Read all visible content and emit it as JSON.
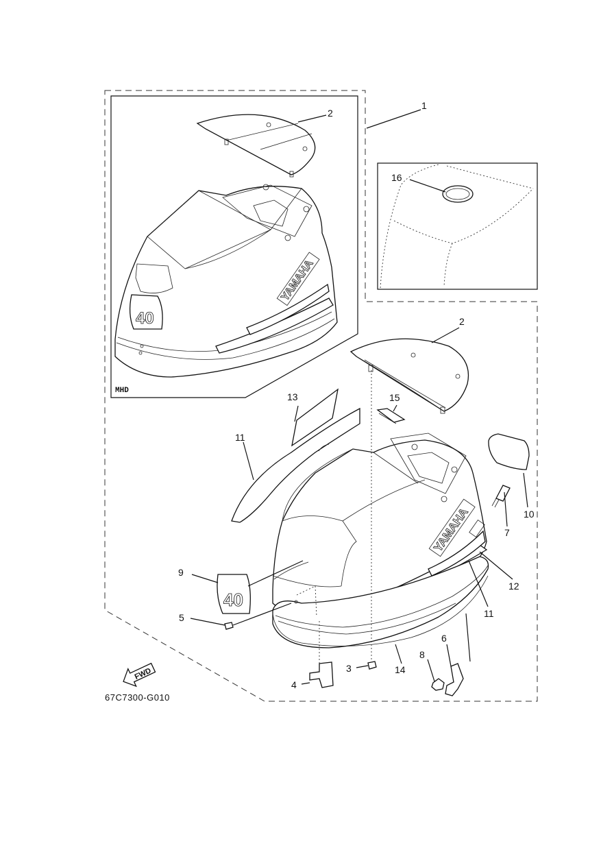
{
  "diagram_code": "67C7300-G010",
  "inset_variant_label": "MHD",
  "brand_text": "YAMAHA",
  "model_number": "40",
  "direction_label": "FWD",
  "callouts": {
    "c1": "1",
    "c2a": "2",
    "c2b": "2",
    "c3": "3",
    "c4": "4",
    "c5": "5",
    "c6": "6",
    "c7": "7",
    "c8": "8",
    "c9": "9",
    "c10": "10",
    "c11a": "11",
    "c11b": "11",
    "c12": "12",
    "c13": "13",
    "c14": "14",
    "c15": "15",
    "c16": "16"
  }
}
